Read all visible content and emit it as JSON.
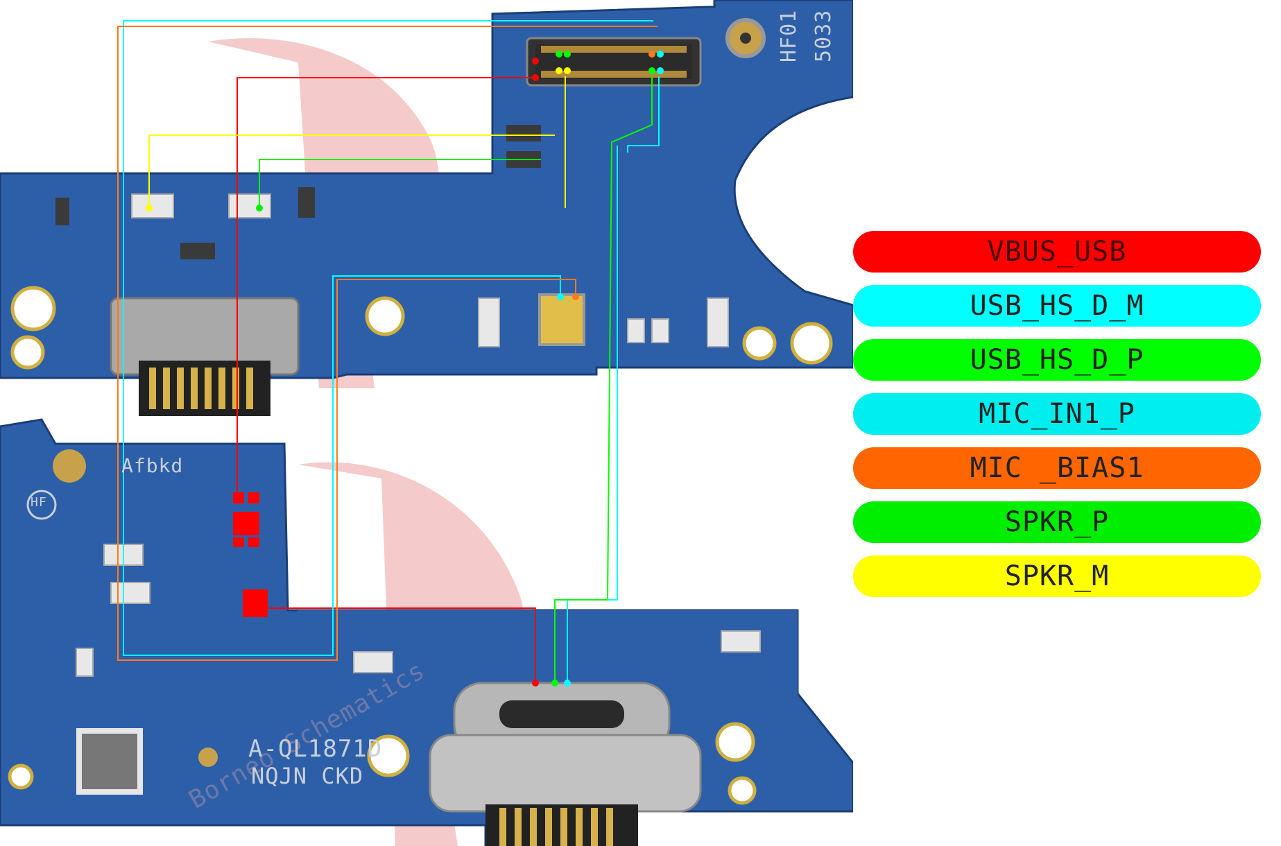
{
  "board": {
    "top_silkscreen": "HF01",
    "top_code": "5033",
    "lower_silkscreen": "Afbkd",
    "hf_mark": "HF",
    "part_number": "A-QL1871D",
    "batch_code": "NQJN CKD",
    "watermark": "Borneo Schematics"
  },
  "legend": [
    {
      "label": "VBUS_USB",
      "color": "#ff0000"
    },
    {
      "label": "USB_HS_D_M",
      "color": "#00ffff"
    },
    {
      "label": "USB_HS_D_P",
      "color": "#00ff00"
    },
    {
      "label": "MIC_IN1_P",
      "color": "#00eeee"
    },
    {
      "label": "MIC _BIAS1",
      "color": "#ff6600"
    },
    {
      "label": "SPKR_P",
      "color": "#00ee00"
    },
    {
      "label": "SPKR_M",
      "color": "#ffff00"
    }
  ]
}
